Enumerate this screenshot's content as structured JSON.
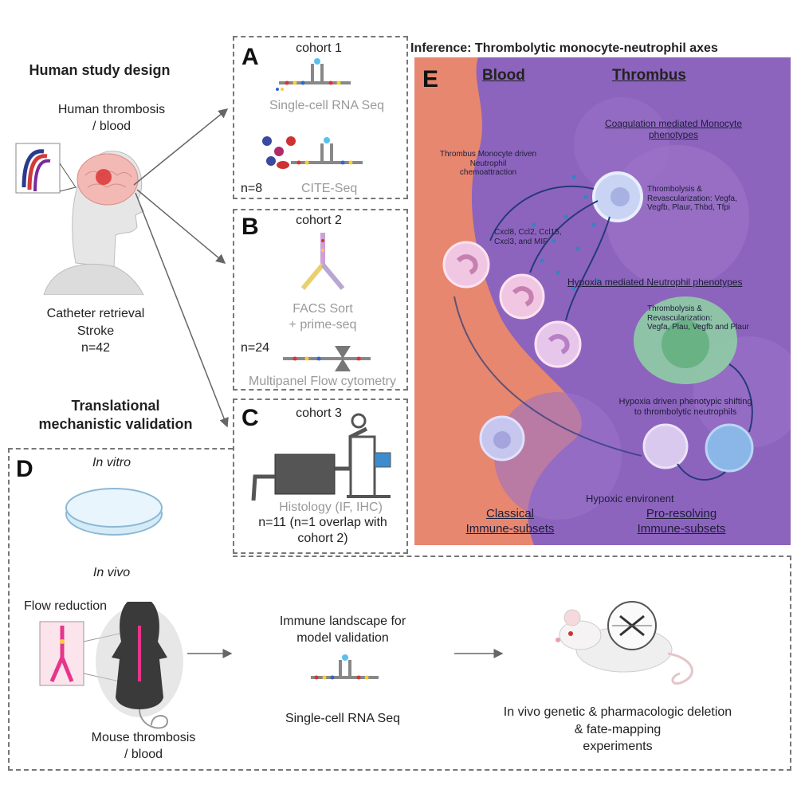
{
  "left": {
    "heading": "Human study design",
    "thrombosis_label": "Human thrombosis\n/ blood",
    "retrieval_label": "Catheter retrieval\nStroke\nn=42",
    "translational_heading": "Translational\nmechanistic validation"
  },
  "panel_a": {
    "letter": "A",
    "cohort": "cohort 1",
    "method1": "Single-cell RNA Seq",
    "n": "n=8",
    "method2": "CITE-Seq"
  },
  "panel_b": {
    "letter": "B",
    "cohort": "cohort 2",
    "method1": "FACS Sort\n+ prime-seq",
    "n": "n=24",
    "method2": "Multipanel Flow cytometry"
  },
  "panel_c": {
    "letter": "C",
    "cohort": "cohort 3",
    "method1": "Histology (IF, IHC)",
    "n": "n=11 (n=1 overlap with\ncohort 2)"
  },
  "panel_e": {
    "letter": "E",
    "inference_title": "Inference: Thrombolytic monocyte-neutrophil axes",
    "blood": "Blood",
    "thrombus": "Thrombus",
    "coag_label": "Coagulation mediated Monocyte\nphenotypes",
    "chemo_label": "Thrombus Monocyte driven Neutrophil\nchemoattraction",
    "monocyte_genes": "Thrombolysis &\nRevascularization: Vegfa,\nVegfb, Plaur, Thbd, Tfpi",
    "chemokines": "Cxcl8, Ccl2, Ccl15,\nCxcl3, and MIF",
    "hypoxia_label": "Hypoxia mediated Neutrophil phenotypes",
    "neutrophil_genes": "Thrombolysis &\nRevascularization:\nVegfa, Plau, Vegfb and Plaur",
    "shift_label": "Hypoxia driven phenotypic shifting\nto thrombolytic neutrophils",
    "hypoxic_env": "Hypoxic environent",
    "classical": "Classical\nImmune-subsets",
    "pro_resolving": "Pro-resolving\nImmune-subsets"
  },
  "panel_d": {
    "letter": "D",
    "in_vitro": "In vitro",
    "in_vivo": "In vivo",
    "flow_reduction": "Flow reduction",
    "mouse_label": "Mouse thrombosis\n/ blood",
    "landscape": "Immune landscape for\nmodel validation",
    "scrna": "Single-cell RNA Seq",
    "deletion": "In vivo genetic & pharmacologic deletion\n& fate-mapping\nexperiments"
  },
  "colors": {
    "blood_bg": "#e7876f",
    "thrombus_bg": "#8d64bd",
    "neutrophil": "#f1c6e3",
    "monocyte": "#c9d3f4",
    "green_cell": "#8fd3a5"
  }
}
